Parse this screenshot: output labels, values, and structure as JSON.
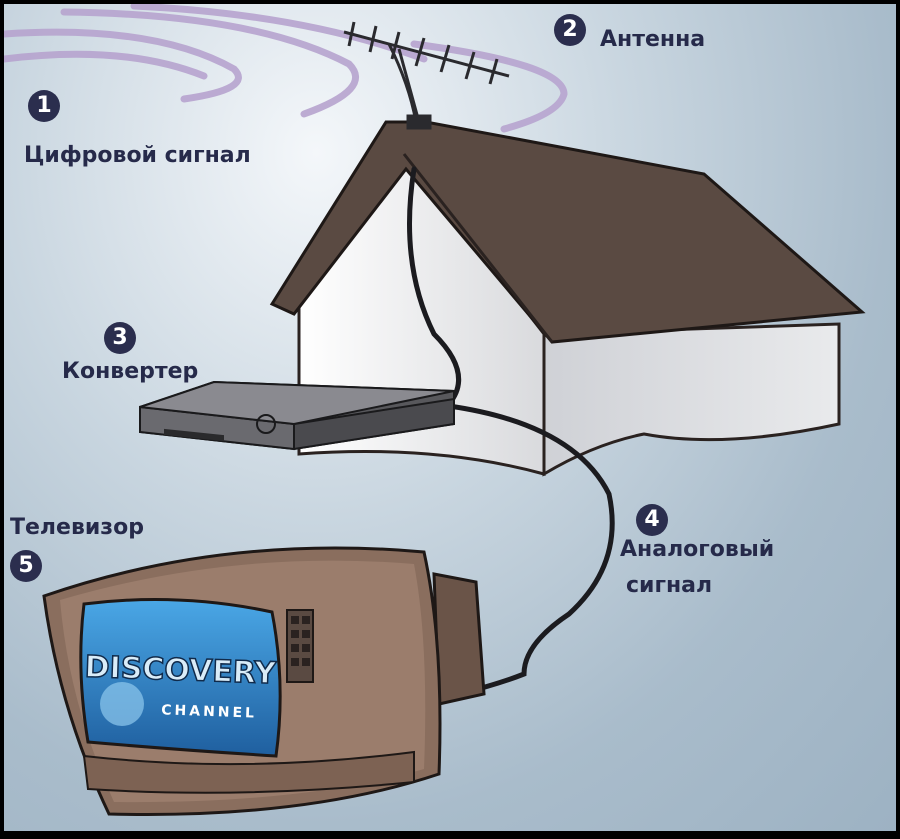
{
  "labels": {
    "digital_signal": "Цифровой сигнал",
    "antenna": "Антенна",
    "converter": "Конвертер",
    "analog_signal_line1": "Аналоговый",
    "analog_signal_line2": "сигнал",
    "tv": "Телевизор"
  },
  "markers": [
    "1",
    "2",
    "3",
    "4",
    "5"
  ],
  "screen": {
    "brand": "DISCOVERY",
    "sub": "CHANNEL"
  },
  "colors": {
    "label_text": "#262a4a",
    "marker_fill": "#2b2e4e",
    "roof": "#5a4a42",
    "house_wall": "#f3f3f4",
    "tv_body": "#8a6e5e",
    "screen_blue": "#2f7fc4",
    "signal_waves": "#b7a4cf"
  }
}
